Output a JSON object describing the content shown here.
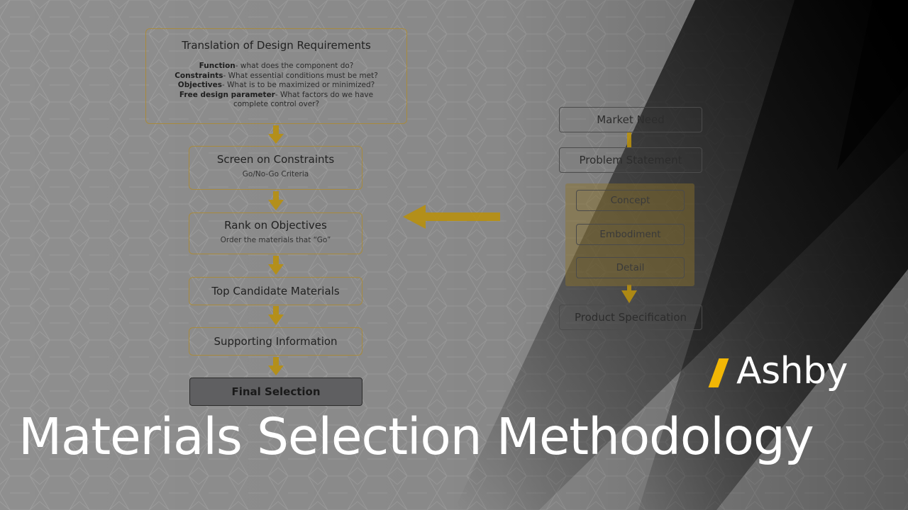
{
  "brand": {
    "name": "Ashby",
    "accent_color": "#f2b705"
  },
  "title": "Materials Selection Methodology",
  "left_flow": {
    "requirements": {
      "title": "Translation of Design Requirements",
      "lines": [
        {
          "term": "Function",
          "text": "- what does the component do?"
        },
        {
          "term": "Constraints",
          "text": "- What essential conditions must be met?"
        },
        {
          "term": "Objectives",
          "text": "- What is to be maximized or minimized?"
        },
        {
          "term": "Free design parameter",
          "text": "- What factors do we have"
        },
        {
          "term": "",
          "text": "complete control over?"
        }
      ]
    },
    "screen": {
      "title": "Screen on Constraints",
      "subtitle": "Go/No-Go Criteria"
    },
    "rank": {
      "title": "Rank on Objectives",
      "subtitle": "Order the materials that “Go”"
    },
    "candidates": {
      "title": "Top Candidate Materials"
    },
    "supporting": {
      "title": "Supporting Information"
    },
    "final": {
      "title": "Final Selection"
    }
  },
  "right_flow": {
    "market_need": "Market Need",
    "problem_statement": "Problem Statement",
    "stages": [
      "Concept",
      "Embodiment",
      "Detail"
    ],
    "product_specification": "Product Specification"
  },
  "colors": {
    "arrow": "#b8900f",
    "box_border": "#a88a3c",
    "background": "#8f8f8f"
  }
}
